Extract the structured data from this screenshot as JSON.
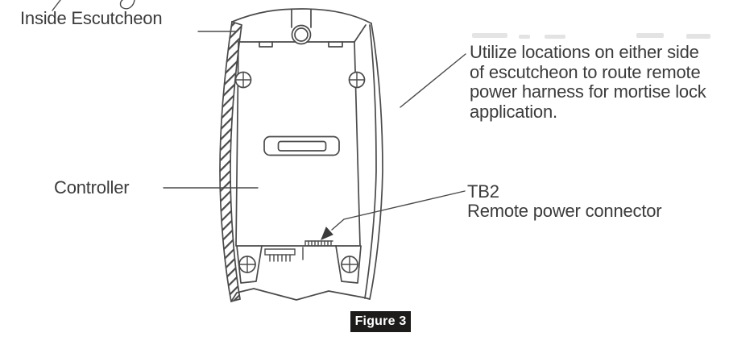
{
  "figure": {
    "caption": "Figure 3"
  },
  "diagram": {
    "labels": {
      "inside_escutcheon": "Inside Escutcheon",
      "controller": "Controller",
      "tb2": "TB2",
      "remote_power_connector": "Remote power connector",
      "route_note": "Utilize locations on either side\nof escutcheon to route remote\npower harness for mortise lock\napplication."
    }
  },
  "artifacts": {
    "top_edge_cropped_glyphs": [
      "/",
      "g"
    ]
  },
  "colors": {
    "line": "#4a4a4a",
    "text": "#3b3b3b",
    "figure_badge_bg": "#1d1c1b",
    "figure_badge_text": "#ffffff"
  }
}
